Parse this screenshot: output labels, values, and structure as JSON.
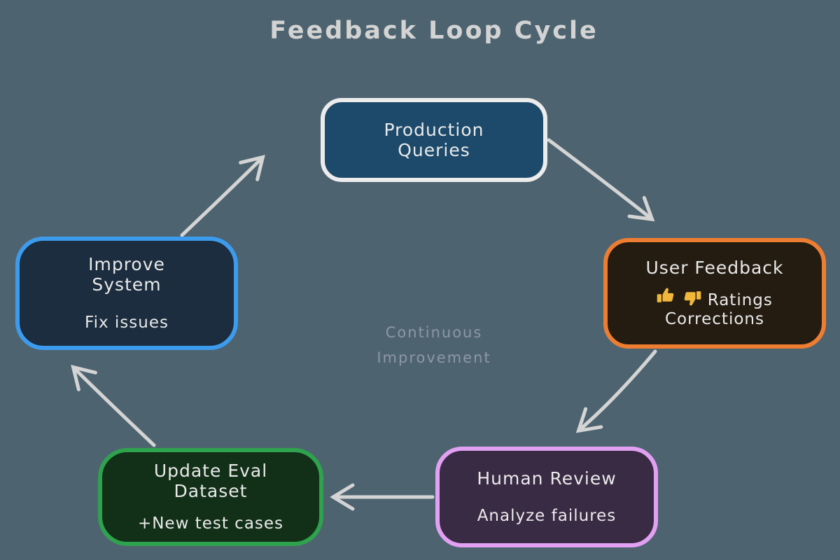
{
  "title": "Feedback Loop Cycle",
  "center_label": {
    "line1": "Continuous",
    "line2": "Improvement"
  },
  "colors": {
    "background": "#4d6470",
    "arrow": "#d4d4d4",
    "title_text": "#d3d3d3",
    "center_text": "#8d97a2",
    "node_text": "#e9e9e9",
    "thumb_yellow": "#f0b73a"
  },
  "nodes": [
    {
      "id": "production-queries",
      "title_lines": [
        "Production",
        "Queries"
      ],
      "detail_lines": [],
      "fill": "#1d4a6b",
      "border": "#ececec"
    },
    {
      "id": "user-feedback",
      "title_lines": [
        "User Feedback"
      ],
      "icons": [
        "thumbs-up-icon",
        "thumbs-down-icon"
      ],
      "ratings_label": "Ratings",
      "detail_lines": [
        "Corrections"
      ],
      "fill": "#241c11",
      "border": "#ed7d31"
    },
    {
      "id": "human-review",
      "title_lines": [
        "Human Review"
      ],
      "detail_lines": [
        "Analyze failures"
      ],
      "fill": "#3a2b45",
      "border": "#e2a0f2"
    },
    {
      "id": "update-eval-dataset",
      "title_lines": [
        "Update Eval",
        "Dataset"
      ],
      "detail_lines": [
        "+New test cases"
      ],
      "fill": "#123018",
      "border": "#2ea24d"
    },
    {
      "id": "improve-system",
      "title_lines": [
        "Improve",
        "System"
      ],
      "detail_lines": [
        "Fix issues"
      ],
      "fill": "#1b2d3e",
      "border": "#3d9bed"
    }
  ],
  "arrows": [
    {
      "from": "production-queries",
      "to": "user-feedback"
    },
    {
      "from": "user-feedback",
      "to": "human-review"
    },
    {
      "from": "human-review",
      "to": "update-eval-dataset"
    },
    {
      "from": "update-eval-dataset",
      "to": "improve-system"
    },
    {
      "from": "improve-system",
      "to": "production-queries"
    }
  ]
}
